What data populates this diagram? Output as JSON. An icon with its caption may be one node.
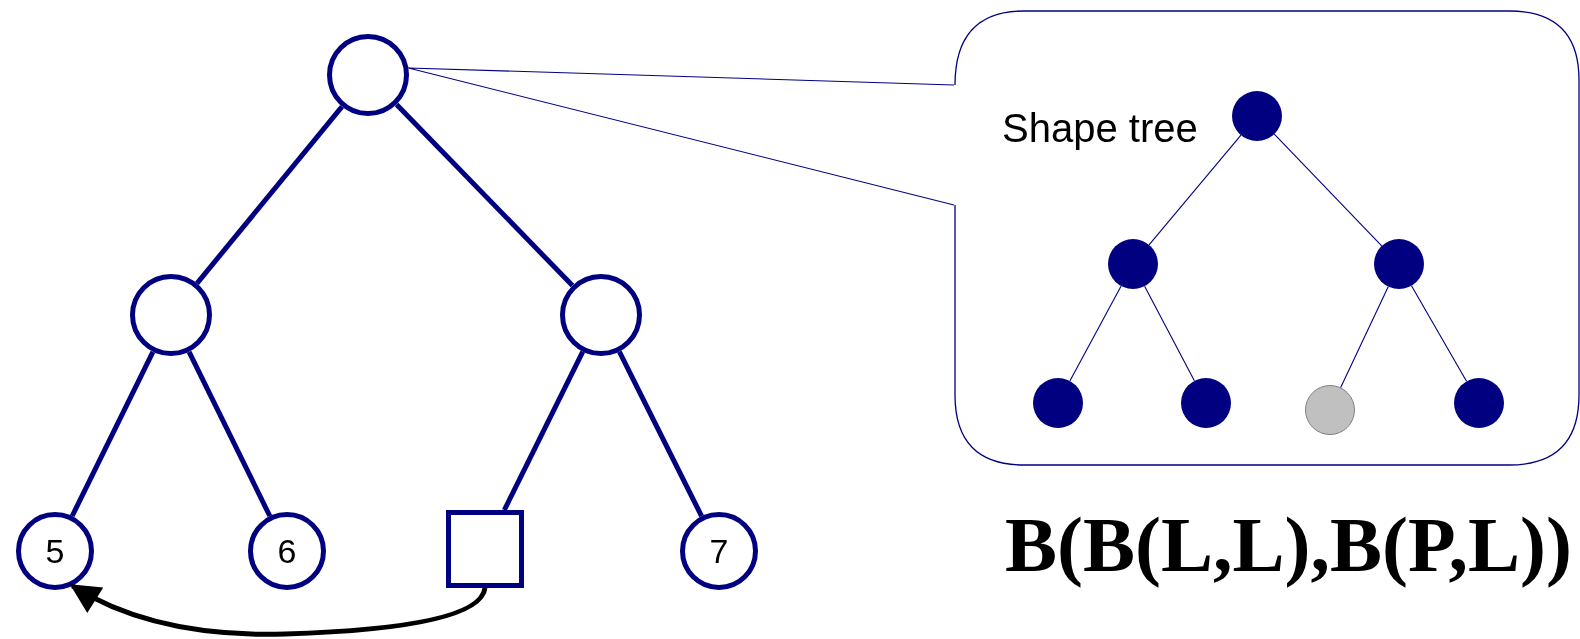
{
  "diagram": {
    "nodes": [
      {
        "text": [],
        "shape": "circle"
      },
      {
        "text": [],
        "shape": "circle"
      },
      {
        "text": [],
        "shape": "circle"
      },
      {
        "text": [
          "5"
        ]
      },
      {
        "text": [
          "6"
        ]
      },
      {
        "text": [],
        "shape": "box"
      },
      {
        "text": [
          "7"
        ]
      },
      {
        "text": [
          "Shape tree"
        ]
      },
      {
        "text": [],
        "shape": "circle",
        "in": 7
      },
      {
        "text": [],
        "shape": "circle",
        "in": 7
      },
      {
        "text": [],
        "shape": "circle",
        "in": 7
      },
      {
        "text": [],
        "shape": "circle",
        "in": 7
      },
      {
        "text": [],
        "shape": "circle",
        "in": 7
      },
      {
        "text": [],
        "shape": "circle",
        "in": 7
      },
      {
        "text": [],
        "shape": "circle",
        "in": 7
      }
    ],
    "edges": [
      {
        "from": 0,
        "to": 1,
        "arrow": "none",
        "style": "thick"
      },
      {
        "from": 0,
        "to": 2,
        "arrow": "none",
        "style": "thick"
      },
      {
        "from": 1,
        "to": 3,
        "arrow": "none",
        "style": "thick"
      },
      {
        "from": 1,
        "to": 4,
        "arrow": "none",
        "style": "thick"
      },
      {
        "from": 2,
        "to": 5,
        "arrow": "none",
        "style": "thick"
      },
      {
        "from": 2,
        "to": 6,
        "arrow": "none",
        "style": "thick"
      },
      {
        "from": 5,
        "to": 3,
        "arrow": "to",
        "style": "thick",
        "color": "#000000"
      },
      {
        "from": 7,
        "to": 0,
        "arrow": "none"
      },
      {
        "from": 8,
        "to": 9,
        "arrow": "none"
      },
      {
        "from": 8,
        "to": 10,
        "arrow": "none"
      },
      {
        "from": 9,
        "to": 11,
        "arrow": "none"
      },
      {
        "from": 9,
        "to": 12,
        "arrow": "none"
      },
      {
        "from": 10,
        "to": 13,
        "arrow": "none"
      },
      {
        "from": 10,
        "to": 14,
        "arrow": "none"
      }
    ],
    "labels": [
      "B(B(L,L),B(P,L))"
    ]
  }
}
